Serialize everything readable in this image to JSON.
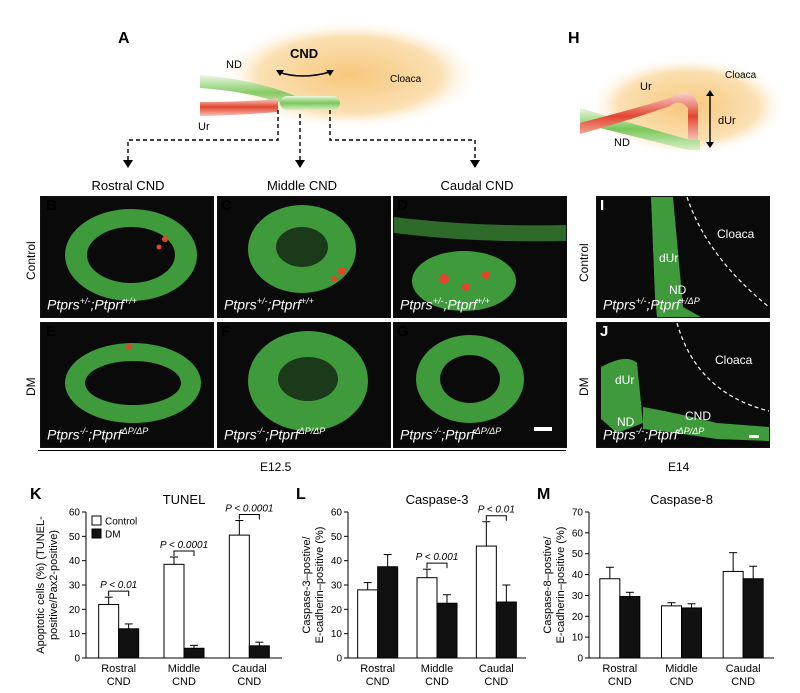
{
  "panels": {
    "A": "A",
    "H": "H",
    "B": "B",
    "C": "C",
    "D": "D",
    "E": "E",
    "F": "F",
    "G": "G",
    "I": "I",
    "J": "J",
    "K": "K",
    "L": "L",
    "M": "M"
  },
  "schematic_a": {
    "nd": "ND",
    "cnd": "CND",
    "cloaca": "Cloaca",
    "ur": "Ur"
  },
  "schematic_h": {
    "ur": "Ur",
    "cloaca": "Cloaca",
    "dur": "dUr",
    "nd": "ND"
  },
  "columns": {
    "rostral": "Rostral CND",
    "middle": "Middle CND",
    "caudal": "Caudal CND"
  },
  "rows": {
    "control": "Control",
    "dm": "DM"
  },
  "genotypes": {
    "ctrl_base": "Ptprs",
    "ctrl_sup1": "+/-",
    "ctrl_mid": ";Ptprf",
    "ctrl_sup2": "+/+",
    "ctrl_sup2_i": "+/ΔP",
    "dm_base": "Ptprs",
    "dm_sup1": "-/-",
    "dm_mid": ";Ptprf",
    "dm_sup2": "ΔP/ΔP",
    "dm_sup1_j": "-/-"
  },
  "micro_labels": {
    "dur": "dUr",
    "cloaca": "Cloaca",
    "nd": "ND",
    "cnd": "CND"
  },
  "stage": {
    "e125": "E12.5",
    "e14": "E14"
  },
  "chart_data": [
    {
      "type": "bar",
      "title": "TUNEL",
      "ylabel_line1": "Apoptotic cells (%) (TUNEL-",
      "ylabel_line2": "positive/Pax2-positive)",
      "categories": [
        [
          "Rostral",
          "CND"
        ],
        [
          "Middle",
          "CND"
        ],
        [
          "Caudal",
          "CND"
        ]
      ],
      "series": [
        {
          "name": "Control",
          "color": "#ffffff",
          "values": [
            22,
            38.5,
            50.5
          ],
          "errors": [
            3,
            3,
            6
          ]
        },
        {
          "name": "DM",
          "color": "#111111",
          "values": [
            12,
            4,
            5
          ],
          "errors": [
            2,
            1.2,
            1.5
          ]
        }
      ],
      "ylim": [
        0,
        60
      ],
      "yticks": [
        0,
        10,
        20,
        30,
        40,
        50,
        60
      ],
      "legend": "top-left",
      "pvalues": [
        {
          "cat": 0,
          "text": "P < 0.01"
        },
        {
          "cat": 1,
          "text": "P < 0.0001"
        },
        {
          "cat": 2,
          "text": "P < 0.0001"
        }
      ]
    },
    {
      "type": "bar",
      "title": "Caspase-3",
      "ylabel_line1": "Caspase-3–postive/",
      "ylabel_line2": "E-cadherin–positive (%)",
      "categories": [
        [
          "Rostral",
          "CND"
        ],
        [
          "Middle",
          "CND"
        ],
        [
          "Caudal",
          "CND"
        ]
      ],
      "series": [
        {
          "name": "Control",
          "color": "#ffffff",
          "values": [
            28,
            33,
            46
          ],
          "errors": [
            3,
            3.5,
            10
          ]
        },
        {
          "name": "DM",
          "color": "#111111",
          "values": [
            37.5,
            22.5,
            23
          ],
          "errors": [
            5,
            3.5,
            7
          ]
        }
      ],
      "ylim": [
        0,
        60
      ],
      "yticks": [
        0,
        10,
        20,
        30,
        40,
        50,
        60
      ],
      "pvalues": [
        {
          "cat": 1,
          "text": "P < 0.001"
        },
        {
          "cat": 2,
          "text": "P < 0.01"
        }
      ]
    },
    {
      "type": "bar",
      "title": "Caspase-8",
      "ylabel_line1": "Caspase-8–postive/",
      "ylabel_line2": "E-cadherin–positive (%)",
      "categories": [
        [
          "Rostral",
          "CND"
        ],
        [
          "Middle",
          "CND"
        ],
        [
          "Caudal",
          "CND"
        ]
      ],
      "series": [
        {
          "name": "Control",
          "color": "#ffffff",
          "values": [
            38,
            25,
            41.5
          ],
          "errors": [
            5.5,
            1.5,
            9
          ]
        },
        {
          "name": "DM",
          "color": "#111111",
          "values": [
            29.5,
            24,
            38
          ],
          "errors": [
            2,
            2,
            6
          ]
        }
      ],
      "ylim": [
        0,
        70
      ],
      "yticks": [
        0,
        10,
        20,
        30,
        40,
        50,
        60,
        70
      ],
      "pvalues": []
    }
  ]
}
